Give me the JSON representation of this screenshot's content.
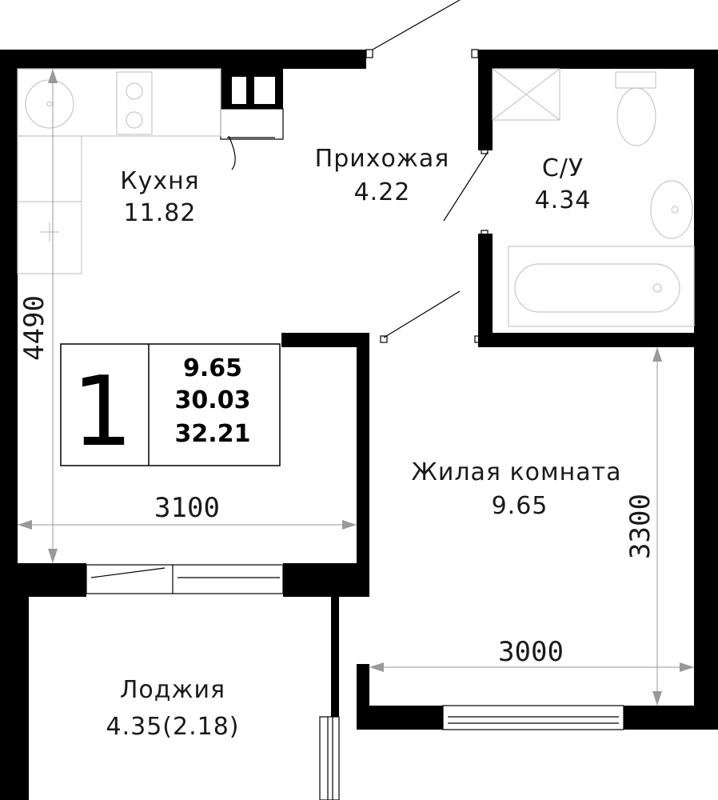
{
  "rooms": {
    "kitchen": {
      "name": "Кухня",
      "area": "11.82"
    },
    "hallway": {
      "name": "Прихожая",
      "area": "4.22"
    },
    "bathroom": {
      "name": "С/У",
      "area": "4.34"
    },
    "living": {
      "name": "Жилая комната",
      "area": "9.65"
    },
    "loggia": {
      "name": "Лоджия",
      "area": "4.35(2.18)"
    }
  },
  "dimensions": {
    "kitchen_height": "4490",
    "kitchen_width": "3100",
    "living_height": "3300",
    "living_width": "3000"
  },
  "stamp": {
    "room_count": "1",
    "living_area": "9.65",
    "total_area": "30.03",
    "total_with_loggia": "32.21"
  }
}
